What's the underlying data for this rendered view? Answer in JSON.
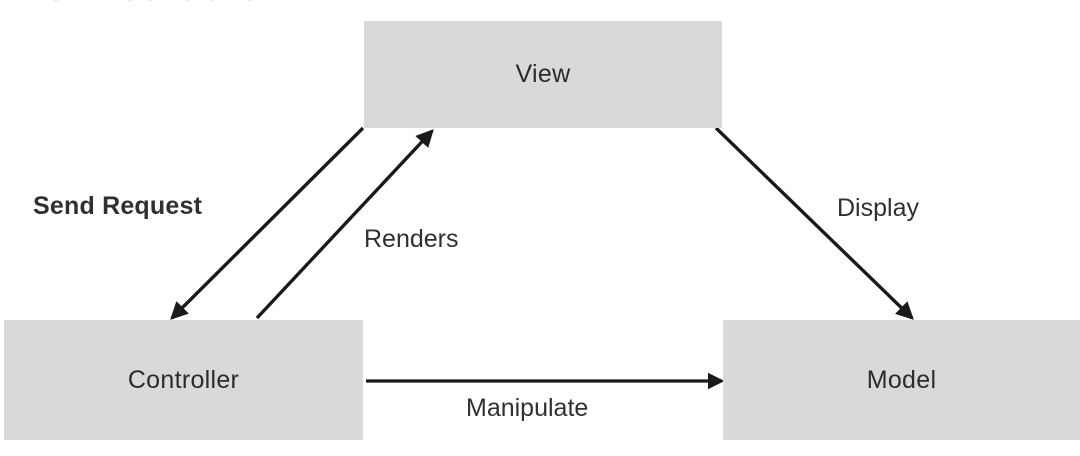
{
  "page": {
    "title_visible": "iew - Controller",
    "background_color": "#ffffff"
  },
  "colors": {
    "title": "#00b0a6",
    "node_fill": "#d9d9d9",
    "node_text": "#2b2b2b",
    "arrow": "#1a1a1a",
    "label_text": "#303030"
  },
  "diagram": {
    "type": "flow",
    "nodes": [
      {
        "id": "view",
        "label": "View"
      },
      {
        "id": "controller",
        "label": "Controller"
      },
      {
        "id": "model",
        "label": "Model"
      }
    ],
    "edges": [
      {
        "id": "send-request",
        "label": "Send Request",
        "from": "view",
        "to": "controller",
        "direction": "down-left"
      },
      {
        "id": "renders",
        "label": "Renders",
        "from": "controller",
        "to": "view",
        "direction": "up-right"
      },
      {
        "id": "display",
        "label": "Display",
        "from": "view",
        "to": "model",
        "direction": "down-right"
      },
      {
        "id": "manipulate",
        "label": "Manipulate",
        "from": "controller",
        "to": "model",
        "direction": "right"
      }
    ]
  }
}
